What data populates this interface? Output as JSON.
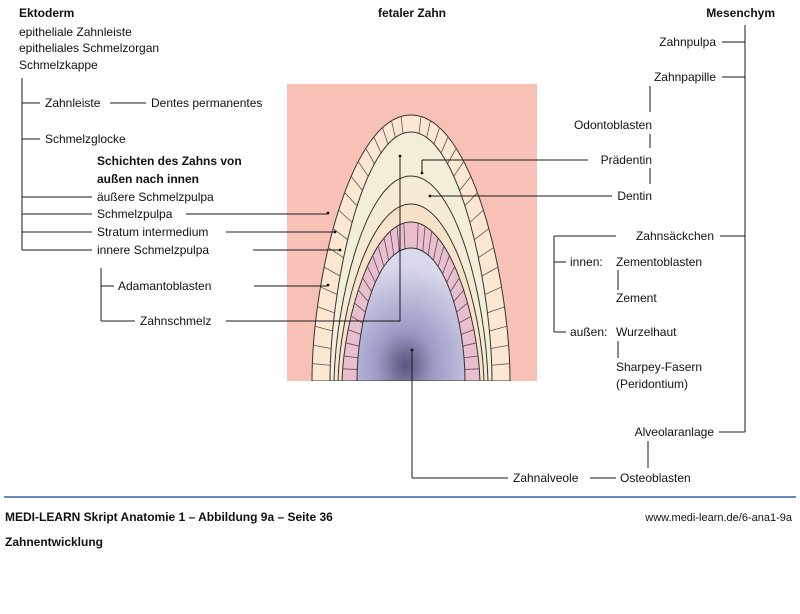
{
  "header": {
    "left": "Ektoderm",
    "center": "fetaler Zahn",
    "right": "Mesenchym"
  },
  "ektoderm": {
    "intro": [
      "epitheliale Zahnleiste",
      "epitheliales Schmelzorgan",
      "Schmelzkappe"
    ],
    "zahnleiste": "Zahnleiste",
    "dentes": "Dentes permanentes",
    "schmelzglocke": "Schmelzglocke",
    "schichten_title": [
      "Schichten des Zahns von",
      "außen nach innen"
    ],
    "layers": [
      "äußere Schmelzpulpa",
      "Schmelzpulpa",
      "Stratum intermedium",
      "innere Schmelzpulpa"
    ],
    "adamantoblasten": "Adamantoblasten",
    "zahnschmelz": "Zahnschmelz"
  },
  "mesenchym": {
    "zahnpulpa": "Zahnpulpa",
    "zahnpapille": "Zahnpapille",
    "odontoblasten": "Odontoblasten",
    "praedentin": "Prädentin",
    "dentin": "Dentin",
    "zahnsaeckchen": "Zahnsäckchen",
    "innen": "innen:",
    "zementoblasten": "Zementoblasten",
    "zement": "Zement",
    "aussen": "außen:",
    "wurzelhaut": "Wurzelhaut",
    "sharpey": [
      "Sharpey-Fasern",
      "(Peridontium)"
    ],
    "alveolaranlage": "Alveolaranlage",
    "zahnalveole": "Zahnalveole",
    "osteoblasten": "Osteoblasten"
  },
  "footer": {
    "title": "MEDI-LEARN Skript Anatomie 1 – Abbildung 9a – Seite 36",
    "url": "www.medi-learn.de/6-ana1-9a",
    "subtitle": "Zahnentwicklung"
  },
  "colors": {
    "background_tissue": "#f7c2b5",
    "enamel_organ": "#fde7d2",
    "inner_layer": "#f2eed8",
    "dentin_band": "#f5e5c8",
    "odontoblast_band": "#e7bccb",
    "pulpa": "#b9b8d8",
    "rule": "#3a63a8"
  }
}
